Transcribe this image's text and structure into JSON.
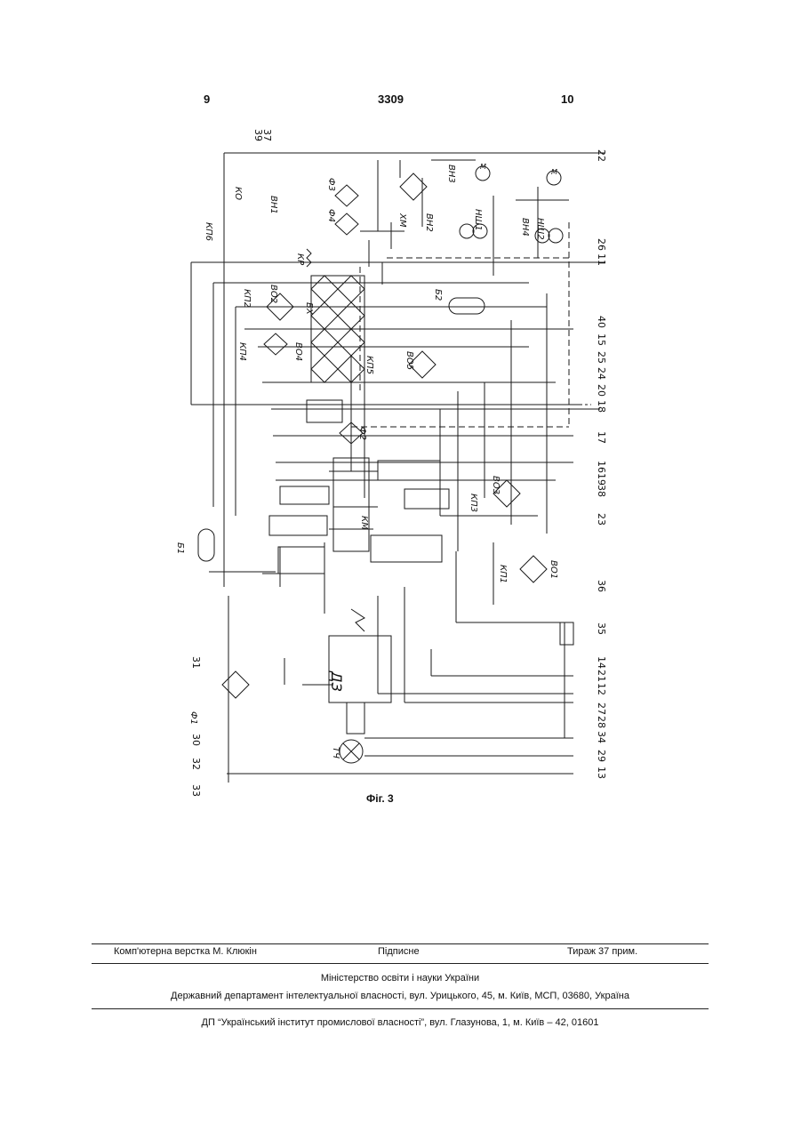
{
  "header": {
    "page_left": "9",
    "patent_number": "3309",
    "page_right": "10"
  },
  "diagram": {
    "labels": {
      "d3": "ДЗ",
      "f1": "Ф1",
      "tch": "ТЧ",
      "b1": "Б1",
      "b2": "Б2",
      "kr": "КР",
      "f3": "Ф3",
      "f4": "Ф4",
      "xm": "ХМ",
      "vn2": "ВН2",
      "vn3": "ВН3",
      "nsh1": "НШ1",
      "nsh2": "НШ2",
      "vn4": "ВН4",
      "kp6": "КП6",
      "ko": "КО",
      "vn1": "ВН1",
      "kp2": "КП2",
      "vo2": "ВО2",
      "kp4": "КП4",
      "vo4": "ВО4",
      "bx": "БХ",
      "kp5": "КП5",
      "vo5": "ВО5",
      "f2": "Ф2",
      "kp3": "КП3",
      "vo3": "ВО3",
      "kp1": "КП1",
      "vo1": "ВО1",
      "km": "КМ",
      "m": "M"
    },
    "numbers_top": [
      "39",
      "37"
    ],
    "numbers_right": [
      "22",
      "26",
      "11",
      "40",
      "15",
      "25",
      "24",
      "18",
      "20",
      "17",
      "16",
      "19",
      "38",
      "23",
      "36",
      "35",
      "14",
      "21",
      "12",
      "27",
      "28",
      "34",
      "29",
      "13"
    ],
    "numbers_left": [
      "31",
      "30",
      "32",
      "33"
    ]
  },
  "figure_caption": "Фіг. 3",
  "footer": {
    "layout": "Комп'ютерна верстка М. Клюкін",
    "signed": "Підписне",
    "circulation": "Тираж 37 прим.",
    "ministry": "Міністерство освіти і науки України",
    "department": "Державний департамент інтелектуальної власності, вул. Урицького, 45, м. Київ, МСП, 03680, Україна",
    "institute": "ДП “Український інститут промислової власності”, вул. Глазунова, 1, м. Київ – 42, 01601"
  }
}
